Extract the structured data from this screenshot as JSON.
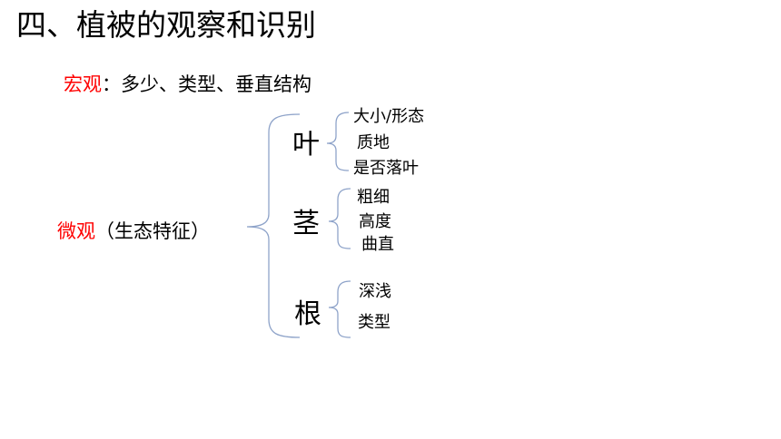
{
  "title": "四、植被的观察和识别",
  "macro": {
    "label": "宏观",
    "separator": "：",
    "content": "多少、类型、垂直结构"
  },
  "micro": {
    "label": "微观",
    "note": "（生态特征）"
  },
  "organs": [
    {
      "name": "叶",
      "traits": [
        "大小/形态",
        "质地",
        "是否落叶"
      ]
    },
    {
      "name": "茎",
      "traits": [
        "粗细",
        "高度",
        "曲直"
      ]
    },
    {
      "name": "根",
      "traits": [
        "深浅",
        "类型"
      ]
    }
  ],
  "colors": {
    "accent": "#ff0000",
    "bracket": "#8ea3c9"
  }
}
